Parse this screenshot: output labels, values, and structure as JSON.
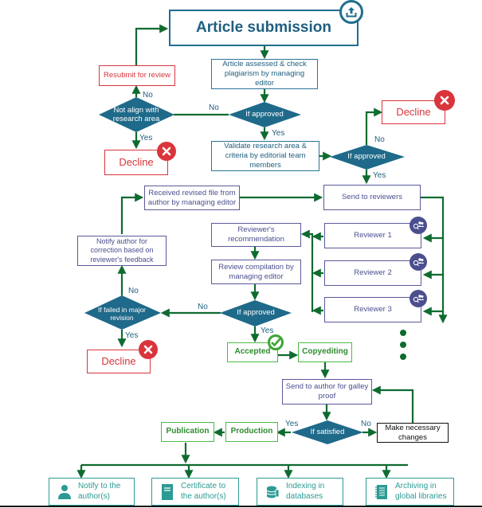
{
  "diagram": {
    "title": "Article submission",
    "colors": {
      "teal": "#1f6e8c",
      "connector": "#0e6b30",
      "decline_red": "#d9353b",
      "purple": "#5a5a9a",
      "accepted_green": "#4fb948",
      "aqua": "#2b9b94",
      "diamond_fill": "#1f6a8a"
    },
    "icons": {
      "submission": "upload-icon",
      "decline": "x-circle-icon",
      "reviewer": "reviewer-group-icon",
      "accepted": "check-circle-icon",
      "notify": "person-icon",
      "certificate": "document-icon",
      "indexing": "database-icon",
      "archiving": "library-icon"
    },
    "nodes": {
      "assessed": "Article assessed & check plagiarism by managing editor",
      "resubmit": "Resubmit for review",
      "not_align": "Not align with research area",
      "if_approved_1": "If approved",
      "decline_1": "Decline",
      "validate": "Validate research area & criteria by editorial team members",
      "if_approved_2": "If approved",
      "decline_2": "Decline",
      "send_reviewers": "Send to reviewers",
      "received_revised": "Received revised file from author by managing editor",
      "notify_correction": "Notify author for correction based on reviewer's feedback",
      "reviewer_recommendation": "Reviewer's recommendation",
      "review_compilation": "Review compilation by managing editor",
      "reviewers": [
        "Reviewer 1",
        "Reviewer 2",
        "Reviewer 3"
      ],
      "if_failed": "If failed in major revision",
      "if_approved_3": "If approved",
      "decline_3": "Decline",
      "accepted": "Accepted",
      "copyediting": "Copyediting",
      "galley_proof": "Send to author for galley proof",
      "if_satisfied": "If satisfied",
      "make_changes": "Make necessary changes",
      "production": "Production",
      "publication": "Publication",
      "outputs": [
        "Notify to the author(s)",
        "Certificate to the author(s)",
        "Indexing in databases",
        "Archiving in global libraries"
      ]
    },
    "edge_labels": {
      "yes": "Yes",
      "no": "No"
    }
  }
}
